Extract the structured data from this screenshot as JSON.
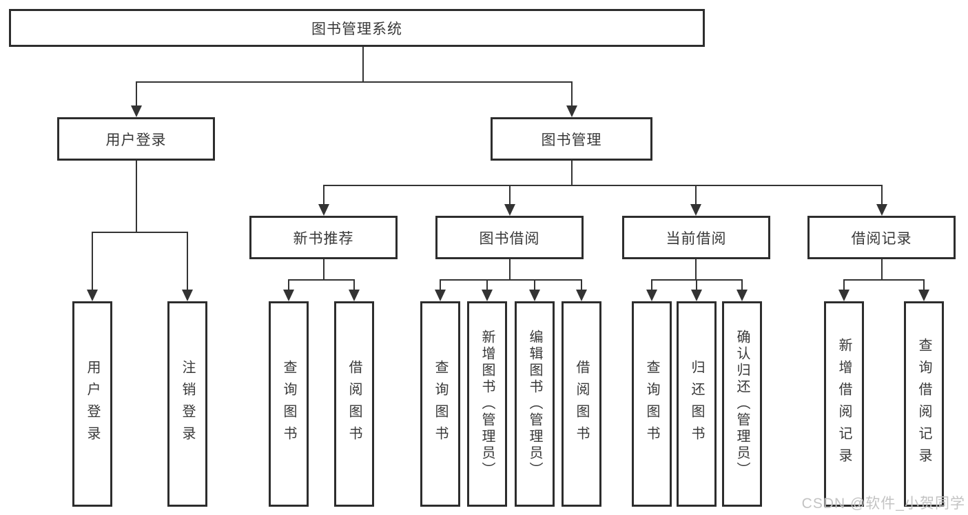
{
  "tree": {
    "root": "图书管理系统",
    "children": [
      {
        "label": "用户登录",
        "children": [
          {
            "label": "用户登录"
          },
          {
            "label": "注销登录"
          }
        ]
      },
      {
        "label": "图书管理",
        "children": [
          {
            "label": "新书推荐",
            "children": [
              {
                "label": "查询图书"
              },
              {
                "label": "借阅图书"
              }
            ]
          },
          {
            "label": "图书借阅",
            "children": [
              {
                "label": "查询图书"
              },
              {
                "label": "新增图书（管理员）"
              },
              {
                "label": "编辑图书（管理员）"
              },
              {
                "label": "借阅图书"
              }
            ]
          },
          {
            "label": "当前借阅",
            "children": [
              {
                "label": "查询图书"
              },
              {
                "label": "归还图书"
              },
              {
                "label": "确认归还（管理员）"
              }
            ]
          },
          {
            "label": "借阅记录",
            "children": [
              {
                "label": "新增借阅记录"
              },
              {
                "label": "查询借阅记录"
              }
            ]
          }
        ]
      }
    ]
  },
  "watermark": "CSDN @软件_小贺同学",
  "colors": {
    "line": "#333333",
    "box_border": "#2d2d2d",
    "box_fill": "#ffffff",
    "text": "#383838",
    "watermark_text": "#c3c3c3"
  }
}
